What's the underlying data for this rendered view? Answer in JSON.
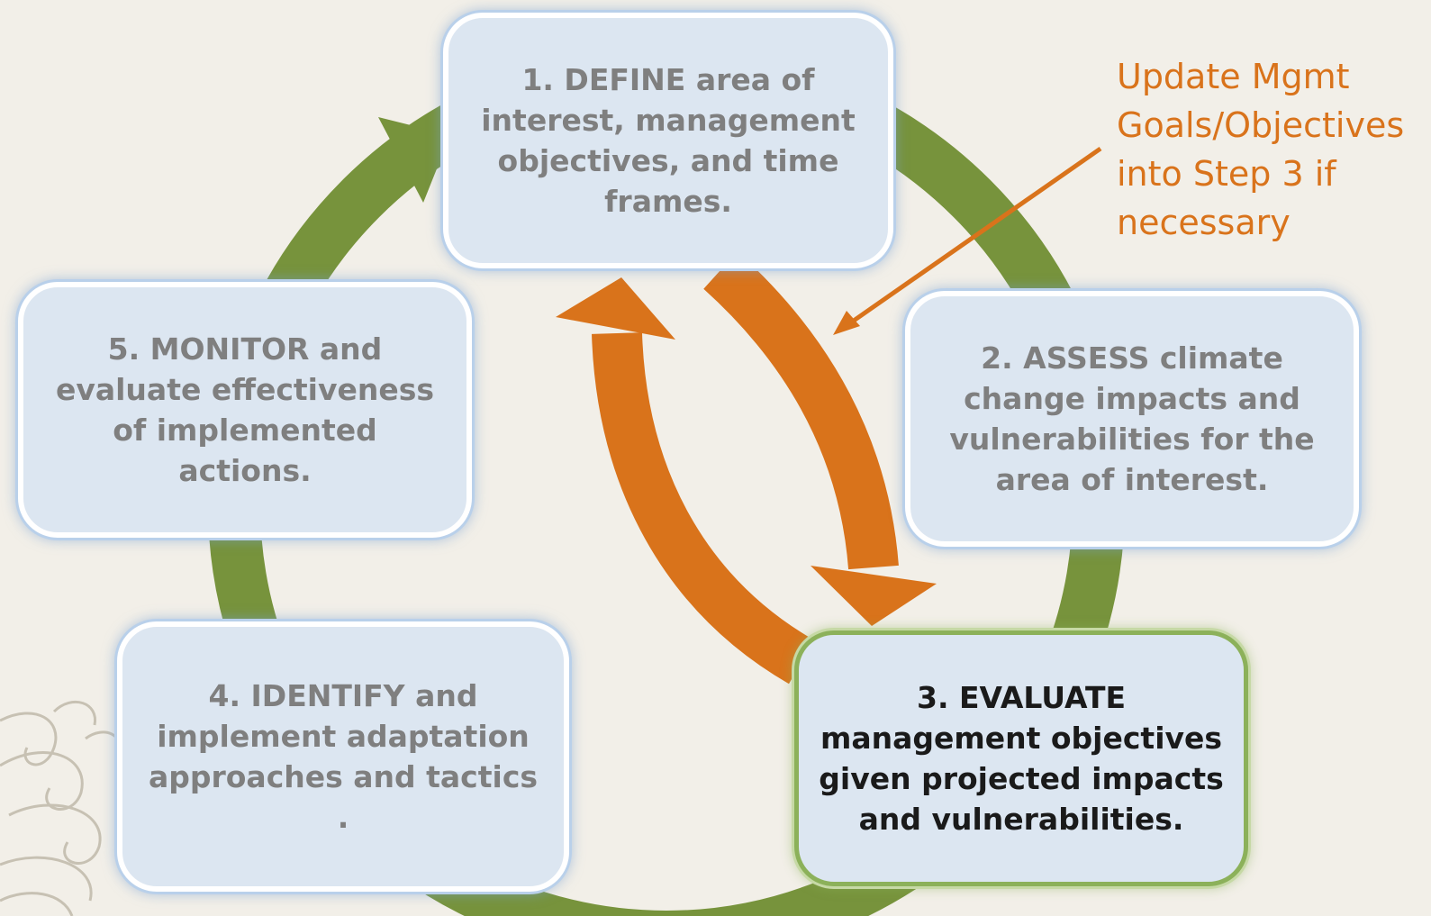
{
  "diagram": {
    "steps": [
      {
        "id": "define",
        "lines": [
          "1. DEFINE area of",
          "interest, management",
          "objectives, and time",
          "frames."
        ]
      },
      {
        "id": "assess",
        "lines": [
          "2. ASSESS climate",
          "change impacts and",
          "vulnerabilities for the",
          "area of interest."
        ]
      },
      {
        "id": "evaluate",
        "lines": [
          "3. EVALUATE",
          "management objectives",
          "given projected impacts",
          "and vulnerabilities."
        ]
      },
      {
        "id": "identify",
        "lines": [
          "4. IDENTIFY and",
          "implement adaptation",
          "approaches and tactics ."
        ]
      },
      {
        "id": "monitor",
        "lines": [
          "5. MONITOR and",
          "evaluate effectiveness",
          "of implemented",
          "actions."
        ]
      }
    ],
    "note": {
      "lines": [
        "Update Mgmt",
        "Goals/Objectives",
        "into Step 3 if",
        "necessary"
      ]
    },
    "colors": {
      "cycle_arrow": "#77933c",
      "feedback_arrow": "#d9731b",
      "box_fill": "#dce6f1",
      "box_text": "#7f7f7f",
      "highlight_text": "#1a1a1a",
      "highlight_border": "#8cb15a",
      "background": "#f2efe8"
    }
  }
}
